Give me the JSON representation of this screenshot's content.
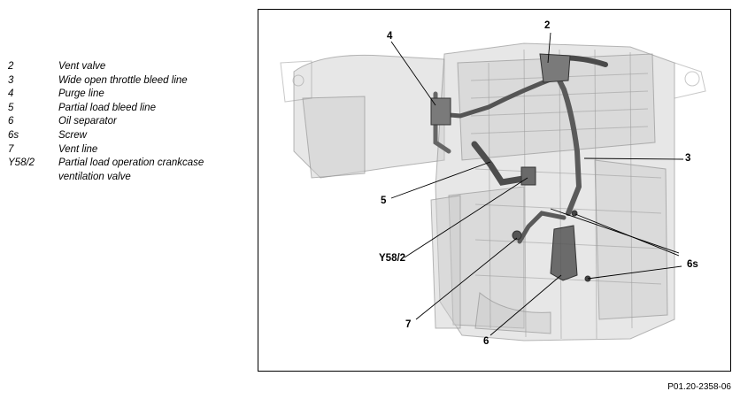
{
  "legend": [
    {
      "key": "2",
      "text": "Vent valve"
    },
    {
      "key": "3",
      "text": "Wide open throttle bleed line"
    },
    {
      "key": "4",
      "text": "Purge line"
    },
    {
      "key": "5",
      "text": "Partial load bleed line"
    },
    {
      "key": "6",
      "text": "Oil separator"
    },
    {
      "key": "6s",
      "text": "Screw"
    },
    {
      "key": "7",
      "text": "Vent line"
    },
    {
      "key": "Y58/2",
      "text": "Partial load operation crankcase ventilation valve"
    }
  ],
  "callouts": {
    "c2": "2",
    "c3": "3",
    "c4": "4",
    "c5": "5",
    "c6": "6",
    "c6s": "6s",
    "c7": "7",
    "cY58": "Y58/2"
  },
  "reference_code": "P01.20-2358-06"
}
